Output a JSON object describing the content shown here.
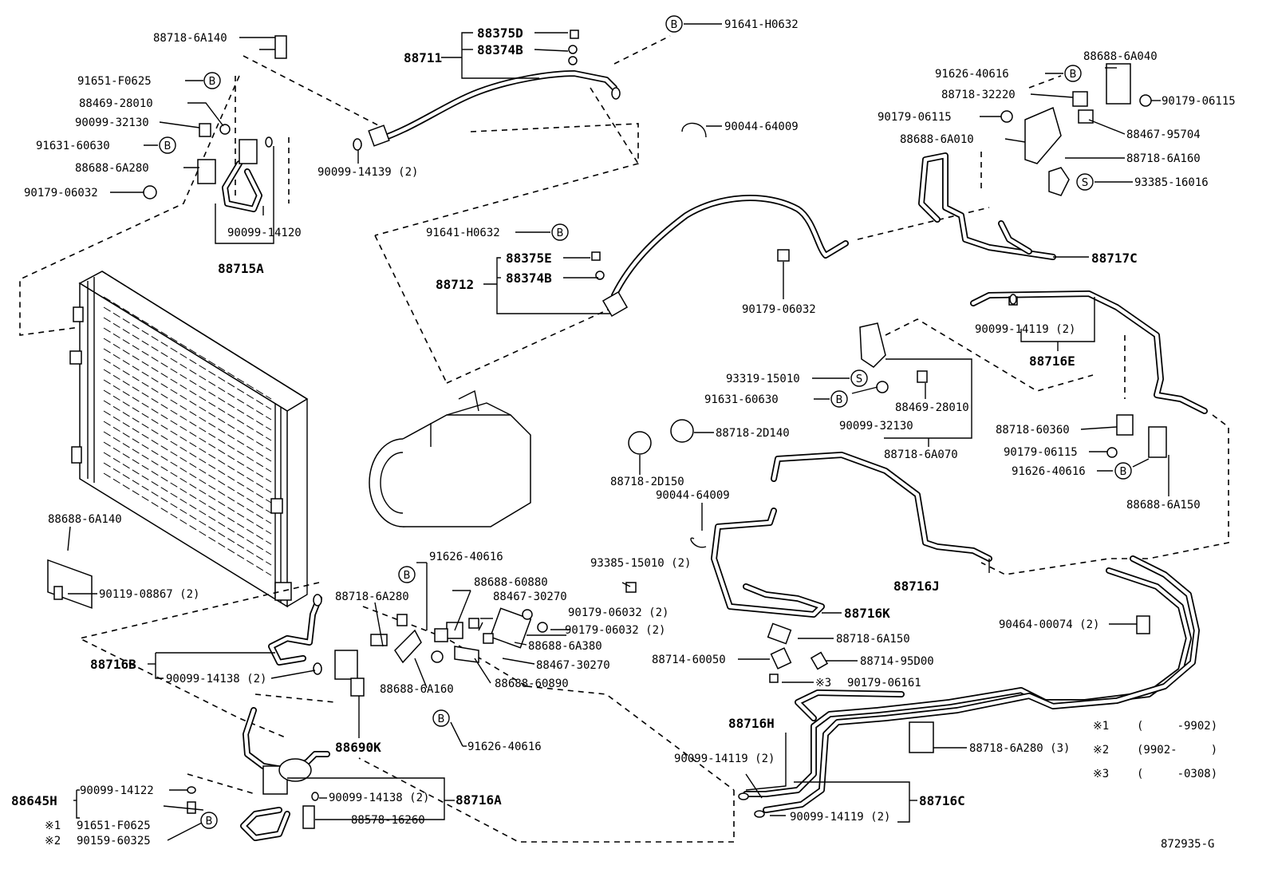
{
  "diagram_code": "872935-G",
  "circle_b": "B",
  "circle_s": "S",
  "mark1": "※1",
  "mark2": "※2",
  "mark3": "※3",
  "notes": [
    {
      "mark": "※1",
      "range": "(     -9902)"
    },
    {
      "mark": "※2",
      "range": "(9902-     )"
    },
    {
      "mark": "※3",
      "range": "(     -0308)"
    }
  ],
  "labels": {
    "l_88718_6A140": "88718-6A140",
    "l_91651_F0625": "91651-F0625",
    "l_88469_28010a": "88469-28010",
    "l_90099_32130a": "90099-32130",
    "l_91631_60630a": "91631-60630",
    "l_88688_6A280": "88688-6A280",
    "l_90179_06032a": "90179-06032",
    "l_90099_14120": "90099-14120",
    "l_88715A": "88715A",
    "l_88375D": "88375D",
    "l_88374B_a": "88374B",
    "l_88711": "88711",
    "l_91641_H0632a": "91641-H0632",
    "l_90044_64009a": "90044-64009",
    "l_90099_14139": "90099-14139 (2)",
    "l_91641_H0632b": "91641-H0632",
    "l_88375E": "88375E",
    "l_88374B_b": "88374B",
    "l_88712": "88712",
    "l_90179_06032b": "90179-06032",
    "l_91626_40616a": "91626-40616",
    "l_88688_6A040": "88688-6A040",
    "l_88718_32220": "88718-32220",
    "l_90179_06115a": "90179-06115",
    "l_90179_06115b": "90179-06115",
    "l_88467_95704": "88467-95704",
    "l_88688_6A010": "88688-6A010",
    "l_88718_6A160": "88718-6A160",
    "l_93385_16016": "93385-16016",
    "l_88717C": "88717C",
    "l_90099_14119a": "90099-14119 (2)",
    "l_88716E": "88716E",
    "l_93319_15010": "93319-15010",
    "l_91631_60630b": "91631-60630",
    "l_88469_28010b": "88469-28010",
    "l_90099_32130b": "90099-32130",
    "l_88718_6A070": "88718-6A070",
    "l_88718_2D140": "88718-2D140",
    "l_88718_2D150": "88718-2D150",
    "l_90044_64009b": "90044-64009",
    "l_88718_60360": "88718-60360",
    "l_90179_06115c": "90179-06115",
    "l_91626_40616b": "91626-40616",
    "l_88688_6A150": "88688-6A150",
    "l_88688_6A140": "88688-6A140",
    "l_90119_08867": "90119-08867 (2)",
    "l_91626_40616c": "91626-40616",
    "l_88688_60880": "88688-60880",
    "l_88718_6A280a": "88718-6A280",
    "l_88467_30270a": "88467-30270",
    "l_93385_15010": "93385-15010 (2)",
    "l_90179_06032c": "90179-06032 (2)",
    "l_90179_06032d": "90179-06032 (2)",
    "l_88688_6A380": "88688-6A380",
    "l_88467_30270b": "88467-30270",
    "l_88716B": "88716B",
    "l_90099_14138a": "90099-14138 (2)",
    "l_88688_6A160": "88688-6A160",
    "l_88688_60890": "88688-60890",
    "l_88690K": "88690K",
    "l_91626_40616d": "91626-40616",
    "l_88716J": "88716J",
    "l_88716K": "88716K",
    "l_88718_6A150": "88718-6A150",
    "l_88714_60050": "88714-60050",
    "l_88714_95D00": "88714-95D00",
    "l_90179_06161": "90179-06161",
    "l_90464_00074": "90464-00074 (2)",
    "l_88716H": "88716H",
    "l_90099_14119b": "90099-14119 (2)",
    "l_88718_6A280b": "88718-6A280 (3)",
    "l_88716C": "88716C",
    "l_90099_14119c": "90099-14119 (2)",
    "l_88645H": "88645H",
    "l_90099_14122": "90099-14122",
    "l_91651_F0625b": "91651-F0625",
    "l_90159_60325": "90159-60325",
    "l_90099_14138b": "90099-14138 (2)",
    "l_88716A": "88716A",
    "l_88578_16260": "88578-16260"
  }
}
